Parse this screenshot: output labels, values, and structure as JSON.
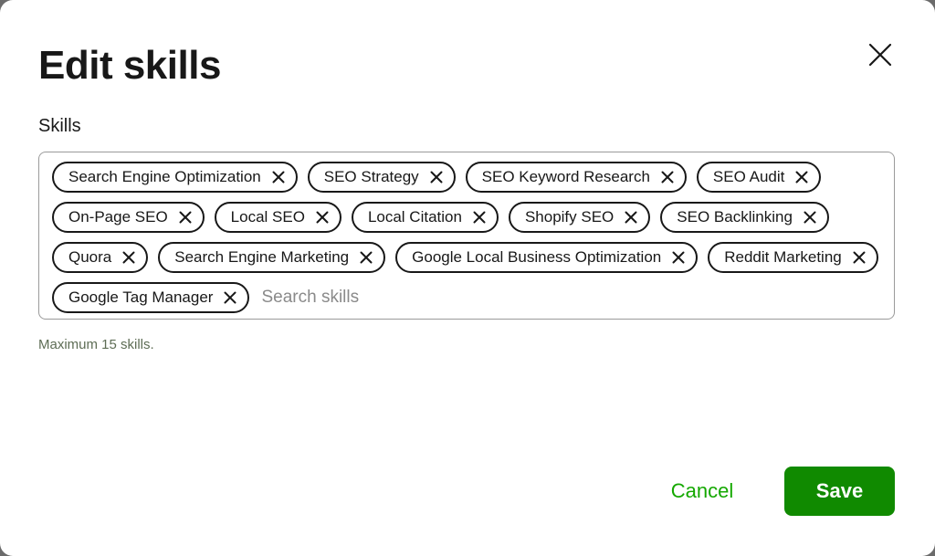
{
  "dialog": {
    "title": "Edit skills",
    "close_icon": "close-icon"
  },
  "skills": {
    "label": "Skills",
    "items": [
      {
        "label": "Search Engine Optimization"
      },
      {
        "label": "SEO Strategy"
      },
      {
        "label": "SEO Keyword Research"
      },
      {
        "label": "SEO Audit"
      },
      {
        "label": "On-Page SEO"
      },
      {
        "label": "Local SEO"
      },
      {
        "label": "Local Citation"
      },
      {
        "label": "Shopify SEO"
      },
      {
        "label": "SEO Backlinking"
      },
      {
        "label": "Quora"
      },
      {
        "label": "Search Engine Marketing"
      },
      {
        "label": "Google Local Business Optimization"
      },
      {
        "label": "Reddit Marketing"
      },
      {
        "label": "Google Tag Manager"
      }
    ],
    "remove_icon": "close-icon",
    "search_placeholder": "Search skills",
    "search_value": "",
    "hint": "Maximum 15 skills."
  },
  "footer": {
    "cancel_label": "Cancel",
    "save_label": "Save"
  },
  "colors": {
    "accent": "#14a800",
    "save_bg": "#108a00",
    "text": "#181818"
  }
}
